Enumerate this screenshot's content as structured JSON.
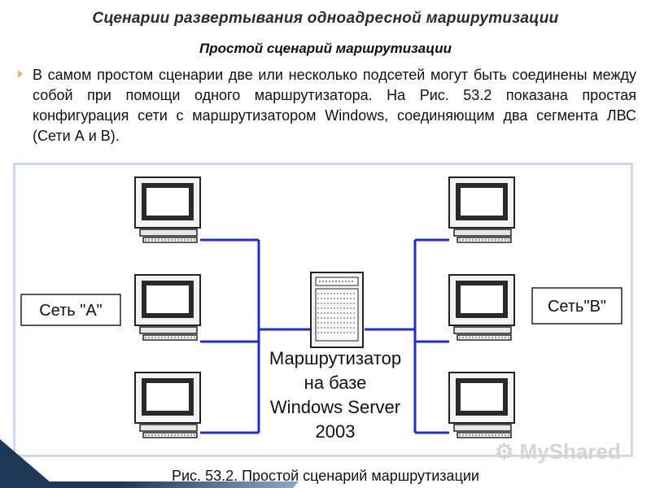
{
  "slide": {
    "title": "Сценарии развертывания одноадресной маршрутизации",
    "subtitle": "Простой сценарий маршрутизации",
    "bullet": "В самом простом сценарии две или несколько подсетей могут быть соединены между собой при помощи одного маршрутизатора. На Рис. 53.2 показана простая конфигурация сети с маршрутизатором Windows, соединяющим два сегмента ЛВС (Сети А и В).",
    "caption": "Рис. 53.2. Простой сценарий маршрутизации"
  },
  "diagram": {
    "network_a_label": "Сеть \"А\"",
    "network_b_label": "Сеть\"В\"",
    "router_label_lines": [
      "Маршрутизатор",
      "на базе",
      "Windows Server",
      "2003"
    ]
  },
  "watermark": {
    "text": "MyShared"
  },
  "colors": {
    "line": "#1f2bd6",
    "frame": "#c9d9ee",
    "screen": "#2a2a2a"
  }
}
